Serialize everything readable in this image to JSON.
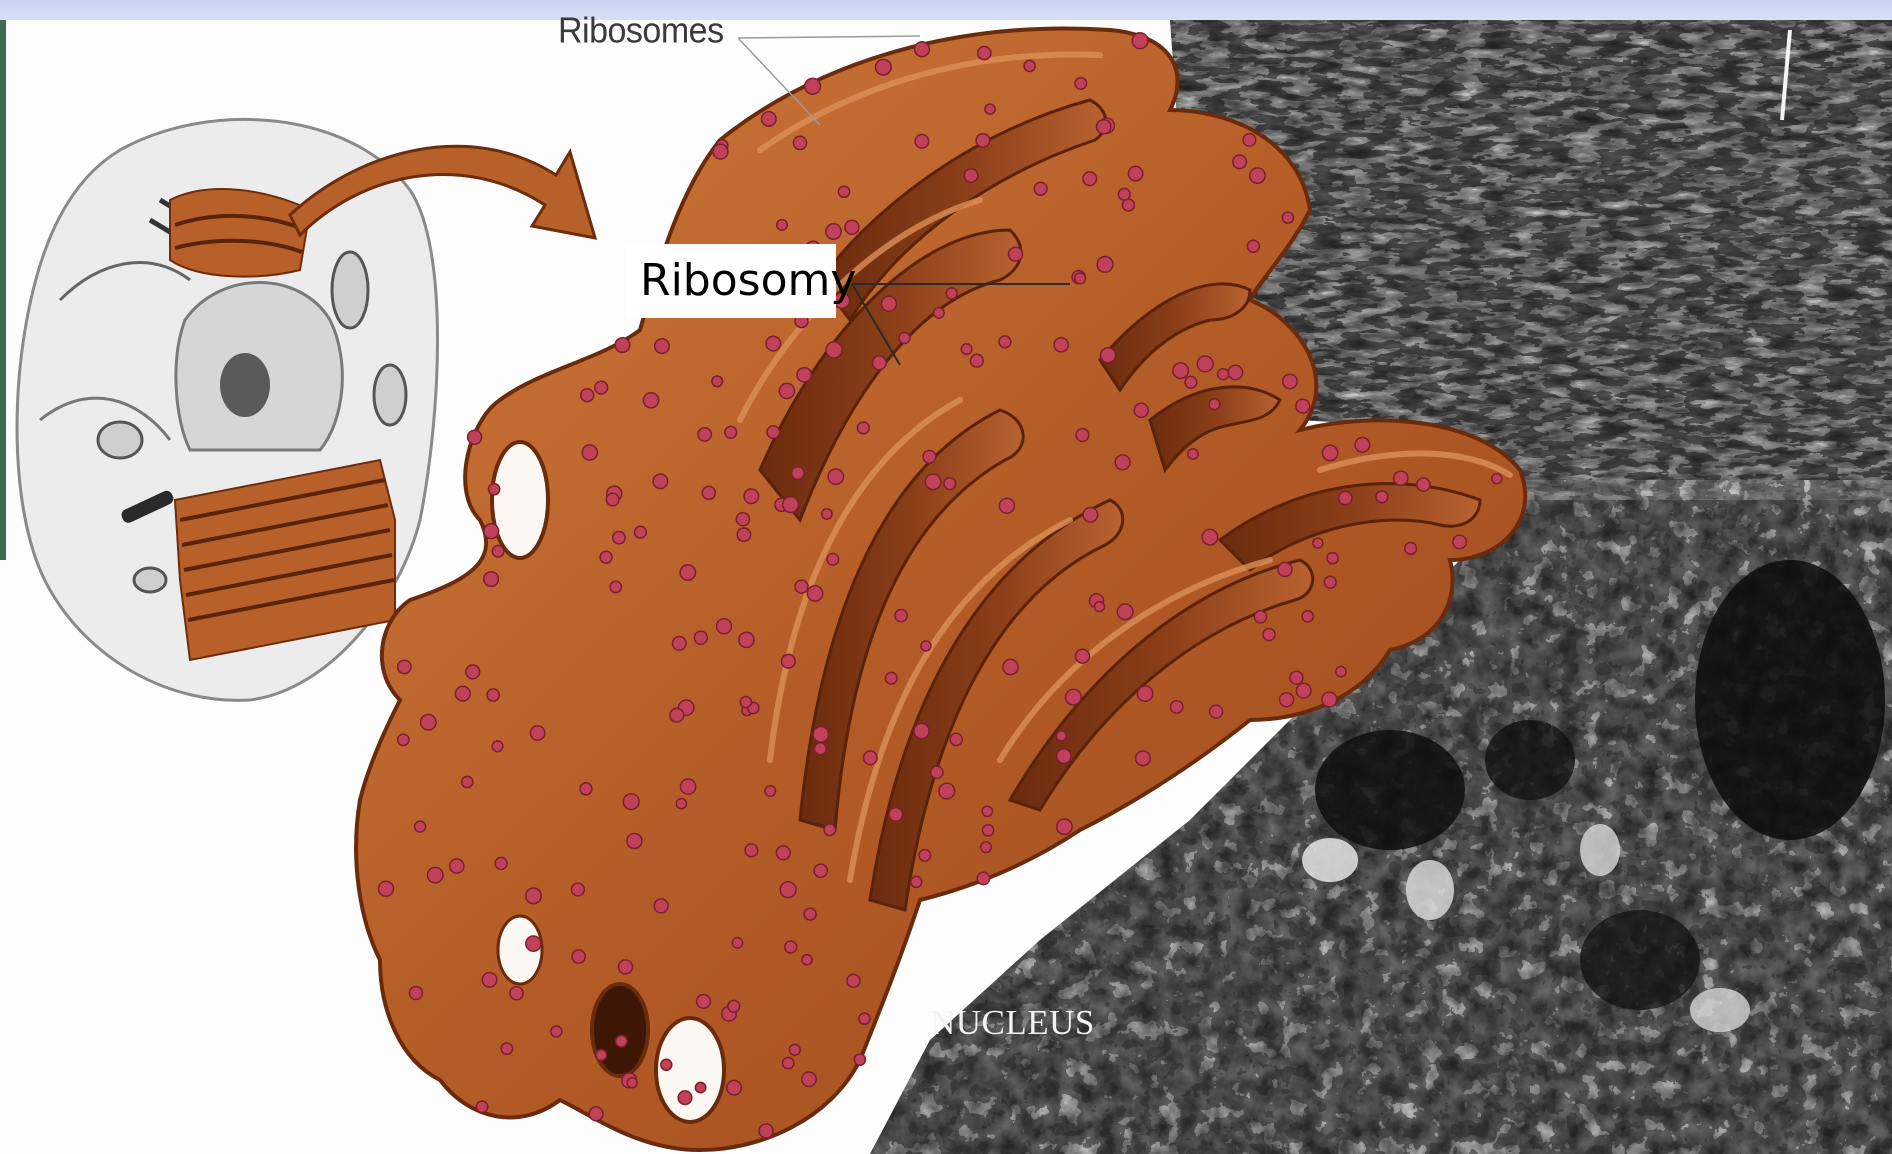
{
  "labels": {
    "ribosomes": "Ribosomes",
    "ribosomy": "Ribosomy",
    "nucleus": "NUCLEUS"
  },
  "colors": {
    "er_orange": "#b8602a",
    "er_shadow": "#7a3412",
    "er_highlight": "#d98a4f",
    "ribosome_dot": "#c2415a",
    "micrograph_dark": "#141414",
    "micrograph_light": "#d8d8d8",
    "header_band": "#c7d3f2",
    "left_edge": "#3f6b50"
  },
  "icons": {
    "cell": "cell-illustration-icon",
    "arrow": "curved-arrow-icon",
    "er": "rough-er-icon"
  }
}
